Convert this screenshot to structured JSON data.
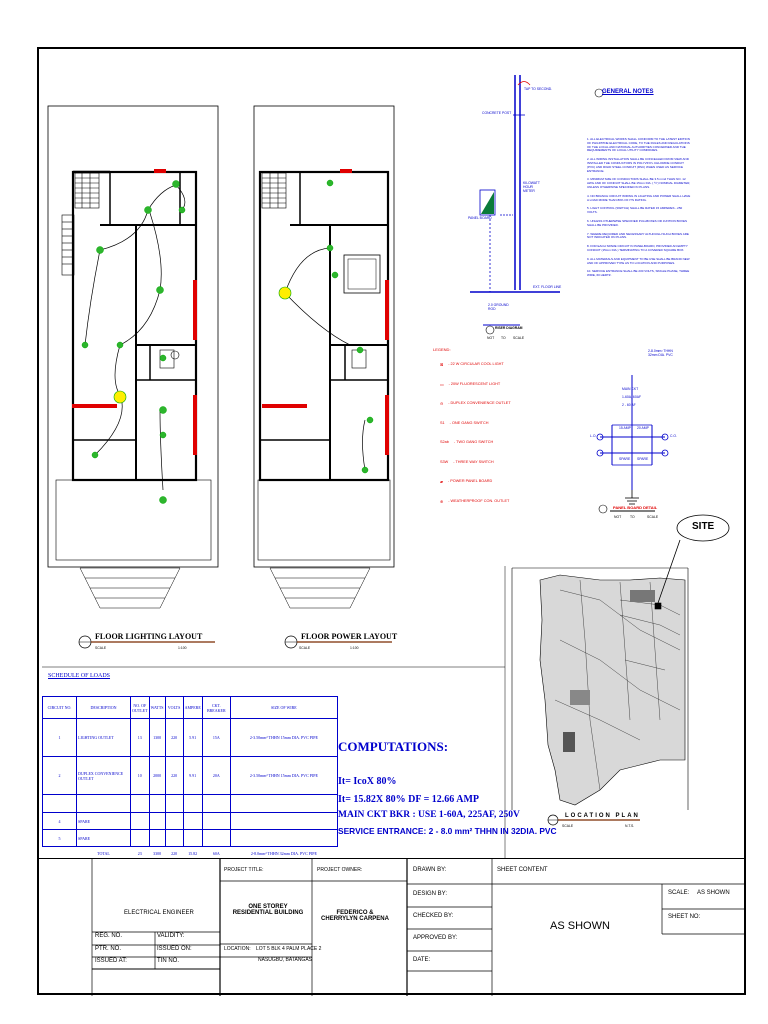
{
  "drawings": {
    "lighting_layout_title": "FLOOR LIGHTING LAYOUT",
    "lighting_layout_scale_label": "SCALE",
    "lighting_layout_scale": "1:100",
    "power_layout_title": "FLOOR POWER LAYOUT",
    "power_layout_scale_label": "SCALE",
    "power_layout_scale": "1:100",
    "riser_title": "RISER DIAGRAM",
    "riser_scale_label": "NOT",
    "riser_scale_to": "TO",
    "riser_scale_scale": "SCALE",
    "riser_labels": [
      "TAP TO SECOND.",
      "CONCRETE POST",
      "PANEL BOARD",
      "KILOWATT HOUR METER",
      "2.0 GROUND ROD",
      "EXT. FLOOR LINE"
    ],
    "panel_board_title": "PANEL BOARD DETAIL",
    "panel_board_scale": [
      "NOT",
      "TO",
      "SCALE"
    ],
    "panel_board_labels": [
      "2-8.0mm² THHN 32mm DIA. PVC",
      "MAIN CKT",
      "1-60A, 60AF",
      "2 - 60 AF",
      "15 AMP",
      "20 AMP",
      "SPARE",
      "SPARE",
      "L.O.",
      "C.O."
    ],
    "site_label": "SITE",
    "location_plan_title": "LOCATION PLAN",
    "location_plan_scale_label": "SCALE",
    "location_plan_scale": "N.T.S."
  },
  "general_notes": {
    "title": "GENERAL NOTES",
    "items": [
      "1. ALL ELECTRICAL WORKS SHALL CONFORM TO THE LATEST EDITION OF PHILIPPINE ELECTRICAL CODE, TO THE RULES AND REGULATIONS OF THE LOCAL AND NATIONAL AUTHORITIES CONCERNED AND THE REQUIREMENTS OF LOCAL UTILITY COMPANIES.",
      "2. ALL WIRING INSTALLATION SHALL BE CONCEALED FROM VIEW AND INSTALLED THE CONDUCTORS IN POLYVINYL CHLORIDE CONDUIT (PVC) AND RIGID STEEL CONDUIT (RSC) WHEN USED AS SERVICE ENTRANCE.",
      "3. MINIMUM SIZE OF CONDUCTORS SHALL BE 3.5 mm2 THHN NO. 12 AWG AND OF CONDUIT SHALL BE 15mm DIA. ( ½\") NOMINAL DIAMETER, UNLESS OTHERWISE SPECIFIED IN PLANS.",
      "4. NO BRANCH CIRCUIT WIRING IN LIGHTING AND POWER SHALL HAVE A LOAD MORE THAN 80% OF ITS RATING.",
      "5. LIGHT CONTROL (SWITCH) SHALL BE RATED 15 AMPERES - 250 VOLTS.",
      "6. UNLESS OTHERWISE SPECIFIED PULLBOXES OR JUNTION BOXES SHALL BE PROVIDED.",
      "7. WHERE REQUIRED AND NECESSARY ALTHOUGH SUCH BOXES ARE NOT INDICATED ON PLANS.",
      "8. FOR EACH SPARE CIRCUIT IN PANELBOARD, PROVIDED AN EMPTY CONDUIT (15mm DIA.) TERMINATING TO A COVERED SQUARE BOX.",
      "9. ALL MATERIALS AND EQUIPMENT TO BE USE SHALL BE BRAND NEW AND OF APPROVED TYPE AS TO LOCATION AND PURPOSES.",
      "10. SERVICE ENTRANCE SHALL BE 230 VOLTS, SINGLE PHASE, THREE WIRE, 60 HERTZ."
    ]
  },
  "legend": {
    "title": "LEGEND:",
    "items": [
      {
        "symbol": "⊠",
        "label": "- 22 W CIRCULAR COOL LIGHT"
      },
      {
        "symbol": "▭",
        "label": "- 20W FLUORESCENT LIGHT"
      },
      {
        "symbol": "⊖",
        "label": "- DUPLEX CONVENIENCE OUTLET"
      },
      {
        "symbol": "S1",
        "label": "- ONE GANG SWITCH"
      },
      {
        "symbol": "S2ab",
        "label": "- TWO GANG SWITCH"
      },
      {
        "symbol": "S3W",
        "label": "- THREE WAY SWITCH"
      },
      {
        "symbol": "▰",
        "label": "- POWER PANEL BOARD"
      },
      {
        "symbol": "⊕",
        "label": "- WEATHERPROOF CON. OUTLET"
      }
    ]
  },
  "schedule": {
    "title": "SCHEDULE OF LOADS",
    "headers": [
      "CIRCUIT NO.",
      "DESCRIPTION",
      "NO. OF OUTLET",
      "WATTS",
      "VOLTS",
      "AMPERE",
      "CKT. BREAKER",
      "SIZE OF WIRE"
    ],
    "rows": [
      [
        "1",
        "LIGHTING OUTLET",
        "13",
        "1300",
        "220",
        "5.91",
        "15A",
        "2-3.50mm² THHN 15mm DIA. PVC PIPE"
      ],
      [
        "2",
        "DUPLEX CONVENIENCE OUTLET",
        "10",
        "2000",
        "220",
        "9.91",
        "20A",
        "2-3.50mm² THHN 15mm DIA. PVC PIPE"
      ],
      [
        "",
        "",
        "",
        "",
        "",
        "",
        "",
        ""
      ],
      [
        "4",
        "SPARE",
        "",
        "",
        "",
        "",
        "",
        ""
      ],
      [
        "5",
        "SPARE",
        "",
        "",
        "",
        "",
        "",
        ""
      ]
    ],
    "total": [
      "TOTAL",
      "23",
      "3300",
      "220",
      "15.82",
      "60A",
      "2-8.0mm² THHN 32mm DIA. PVC PIPE"
    ]
  },
  "computations": {
    "title": "COMPUTATIONS:",
    "line1": "It= IcoX 80%",
    "line2": "It= 15.82X 80% DF = 12.66 AMP",
    "line3": "MAIN CKT BKR : USE 1-60A, 225AF, 250V",
    "line4": "SERVICE ENTRANCE: 2 - 8.0 mm² THHN IN 32DIA. PVC"
  },
  "title_block": {
    "engineer_label": "ELECTRICAL ENGINEER",
    "reg_no": "REG. NO.",
    "validity": "VALIDITY:",
    "ptr_no": "PTR. NO.",
    "issued_on": "ISSUED ON:",
    "issued_at": "ISSUED AT:",
    "tin_no": "TIN NO.",
    "project_title_label": "PROJECT TITLE:",
    "project_title": "ONE STOREY RESIDENTIAL BUILDING",
    "location_label": "LOCATION:",
    "location_line1": "LOT 5 BLK 4 PALM PLACE 2",
    "location_line2": "NASUGBU, BATANGAS",
    "project_owner_label": "PROJECT OWNER:",
    "project_owner": "FEDERICO & CHERRYLYN CARPENA",
    "drawn_by": "DRAWN BY:",
    "design_by": "DESIGN BY:",
    "checked_by": "CHECKED BY:",
    "approved_by": "APPROVED BY:",
    "date": "DATE:",
    "sheet_content_label": "SHEET CONTENT",
    "sheet_content": "AS SHOWN",
    "scale_label": "SCALE:",
    "scale": "AS SHOWN",
    "sheet_no_label": "SHEET NO:"
  }
}
